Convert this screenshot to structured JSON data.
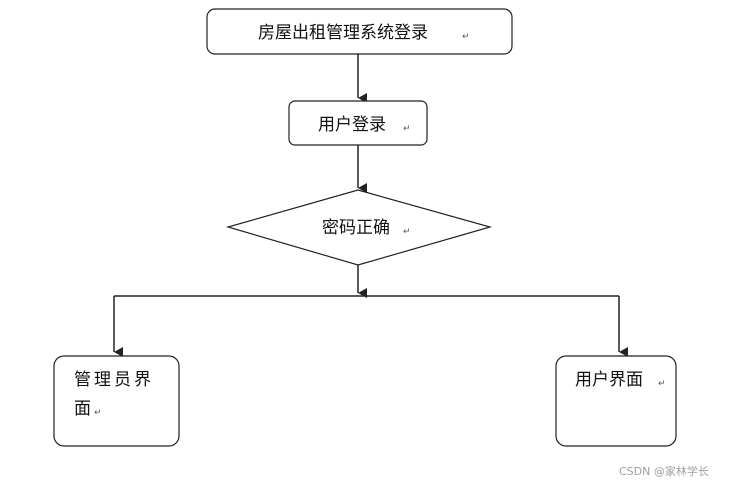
{
  "diagram": {
    "title_box": "房屋出租管理系统登录",
    "login_box": "用户登录",
    "decision": "密码正确",
    "admin_box_line1": "管理员界",
    "admin_box_line2": "面",
    "user_box": "用户界面",
    "return_mark": "↵"
  },
  "watermark": "CSDN @家林学长",
  "colors": {
    "stroke": "#222222",
    "text": "#111111"
  }
}
